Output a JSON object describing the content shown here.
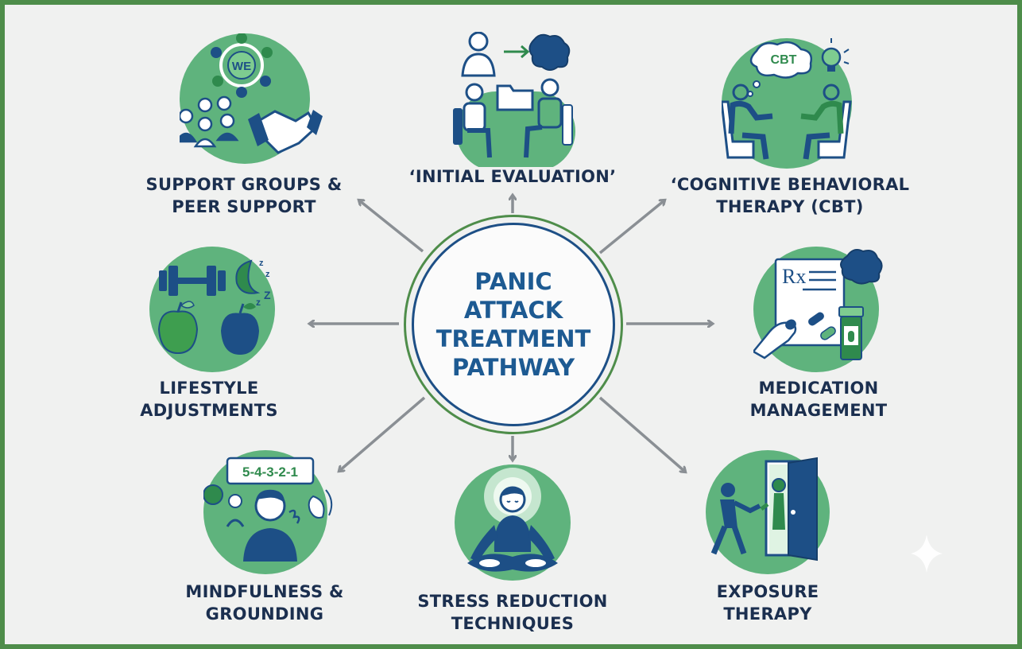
{
  "center": {
    "title": "PANIC ATTACK TREATMENT PATHWAY"
  },
  "nodes": {
    "initial_evaluation": {
      "label": "‘INITIAL EVALUATION’"
    },
    "support_groups": {
      "label_line1": "SUPPORT GROUPS &",
      "label_line2": "PEER SUPPORT",
      "badge": "WE"
    },
    "cbt": {
      "label_line1": "‘COGNITIVE BEHAVIORAL",
      "label_line2": "THERAPY (CBT)",
      "badge": "CBT"
    },
    "lifestyle": {
      "label_line1": "LIFESTYLE",
      "label_line2": "ADJUSTMENTS"
    },
    "medication": {
      "label_line1": "MEDICATION",
      "label_line2": "MANAGEMENT",
      "badge": "Rx"
    },
    "mindfulness": {
      "label_line1": "MINDFULNESS &",
      "label_line2": "GROUNDING",
      "badge": "5-4-3-2-1"
    },
    "stress_reduction": {
      "label_line1": "STRESS REDUCTION",
      "label_line2": "TECHNIQUES"
    },
    "exposure": {
      "label_line1": "EXPOSURE",
      "label_line2": "THERAPY"
    }
  },
  "colors": {
    "frame_green": "#4e8d4a",
    "icon_green": "#5fb37d",
    "navy": "#1d4f86",
    "text_dark": "#1b2f4f",
    "arrow_gray": "#8a8f94"
  }
}
